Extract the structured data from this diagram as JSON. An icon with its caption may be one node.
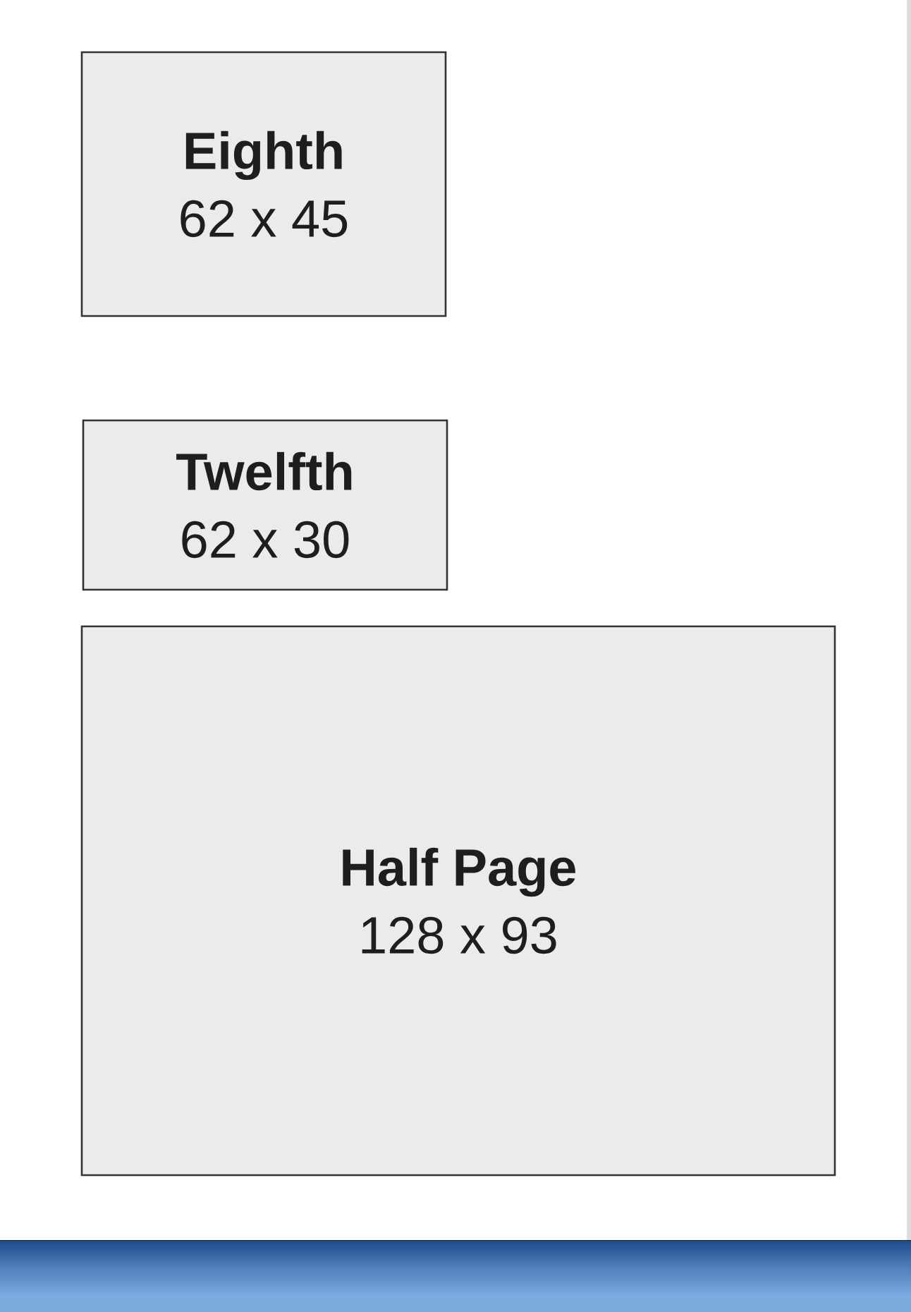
{
  "diagram": {
    "nodes": [
      {
        "text": [
          "Eighth",
          "62 x 45"
        ]
      },
      {
        "text": [
          "Twelfth",
          "62 x 30"
        ]
      },
      {
        "text": [
          "Half Page",
          "128 x 93"
        ]
      }
    ]
  }
}
